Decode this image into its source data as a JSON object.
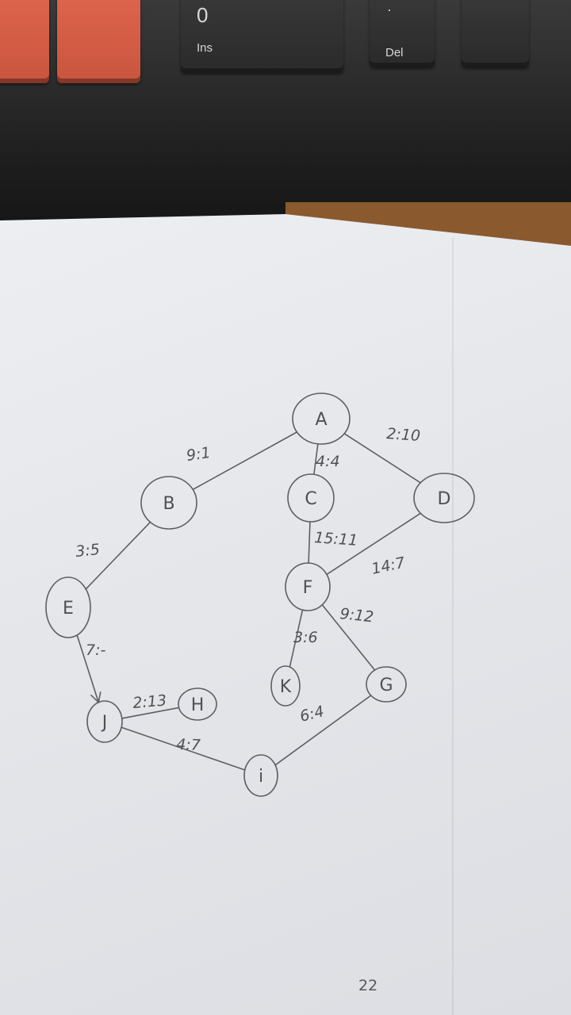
{
  "keyboard": {
    "keys": [
      {
        "id": "orange-key-1",
        "style": "orange",
        "label": "",
        "sub": ""
      },
      {
        "id": "orange-key-2",
        "style": "orange",
        "label": "",
        "sub": ""
      },
      {
        "id": "ins-key",
        "style": "dark",
        "label": "0",
        "sub": "Ins"
      },
      {
        "id": "del-key",
        "style": "dark",
        "label": "·",
        "sub": "Del"
      },
      {
        "id": "blank-key",
        "style": "dark",
        "label": "",
        "sub": ""
      }
    ]
  },
  "graph": {
    "nodes": [
      {
        "id": "A",
        "label": "A"
      },
      {
        "id": "B",
        "label": "B"
      },
      {
        "id": "C",
        "label": "C"
      },
      {
        "id": "D",
        "label": "D"
      },
      {
        "id": "E",
        "label": "E"
      },
      {
        "id": "F",
        "label": "F"
      },
      {
        "id": "G",
        "label": "G"
      },
      {
        "id": "H",
        "label": "H"
      },
      {
        "id": "I",
        "label": "i"
      },
      {
        "id": "J",
        "label": "J"
      },
      {
        "id": "K",
        "label": "K"
      }
    ],
    "edges": [
      {
        "from": "A",
        "to": "B",
        "label": "9:1"
      },
      {
        "from": "A",
        "to": "C",
        "label": "4:4"
      },
      {
        "from": "A",
        "to": "D",
        "label": "2:10"
      },
      {
        "from": "B",
        "to": "E",
        "label": "3:5"
      },
      {
        "from": "C",
        "to": "F",
        "label": "15:11"
      },
      {
        "from": "D",
        "to": "F",
        "label": "14:7"
      },
      {
        "from": "E",
        "to": "J",
        "label": "7:-",
        "arrow": true
      },
      {
        "from": "F",
        "to": "K",
        "label": "3:6"
      },
      {
        "from": "F",
        "to": "G",
        "label": "9:12"
      },
      {
        "from": "J",
        "to": "H",
        "label": "2:13"
      },
      {
        "from": "J",
        "to": "I",
        "label": "4:7"
      },
      {
        "from": "G",
        "to": "I",
        "label": "6:4"
      }
    ]
  },
  "page_number": "22"
}
